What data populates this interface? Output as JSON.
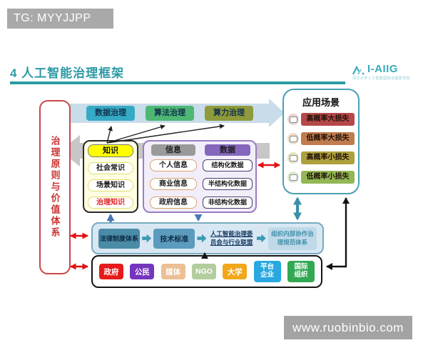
{
  "watermarks": {
    "top": "TG: MYYJJPP",
    "bottom": "www.ruobinbio.com"
  },
  "header": {
    "title": "4 人工智能治理框架",
    "logo_text": "I-AIIG",
    "logo_sub": "清华大学人工智能国际治理研究院",
    "accent_color": "#2d9aa5"
  },
  "pillar": {
    "label": "治理原则与价值体系",
    "color": "#cc3333"
  },
  "top_flow": {
    "items": [
      {
        "label": "数据治理",
        "color": "#35aac5"
      },
      {
        "label": "算法治理",
        "color": "#4db873"
      },
      {
        "label": "算力治理",
        "color": "#8f9a3a"
      }
    ]
  },
  "columns": {
    "knowledge": {
      "header": "知识",
      "header_color": "#ffff00",
      "items": [
        {
          "label": "社会常识",
          "accent": false
        },
        {
          "label": "场景知识",
          "accent": false
        },
        {
          "label": "治理知识",
          "accent": true
        }
      ]
    },
    "information": {
      "header": "信息",
      "header_color": "#9a9a9a",
      "items": [
        "个人信息",
        "商业信息",
        "政府信息"
      ]
    },
    "data": {
      "header": "数据",
      "header_color": "#8467bd",
      "items": [
        "结构化数据",
        "半结构化数据",
        "非结构化数据"
      ]
    }
  },
  "scenarios": {
    "title": "应用场景",
    "rows": [
      {
        "label": "高概率大损失",
        "color": "#b5494a",
        "tint": "#ecd2d4"
      },
      {
        "label": "低概率大损失",
        "color": "#bf7c4e",
        "tint": "#ecdcc8"
      },
      {
        "label": "高概率小损失",
        "color": "#aea03d",
        "tint": "#e7e3c2"
      },
      {
        "label": "低概率小损失",
        "color": "#92b755",
        "tint": "#dcead0"
      }
    ]
  },
  "governance": {
    "items": [
      {
        "label": "法律制度体系",
        "lines": [
          "法律制度体系"
        ]
      },
      {
        "label": "技术标准",
        "lines": [
          "技术标准"
        ]
      },
      {
        "label": "人工智能治理委员会与行业联盟",
        "lines": [
          "人工智能治理委",
          "员会与行业联盟"
        ],
        "underline": true
      },
      {
        "label": "组织内部协作治理规范体系",
        "lines": [
          "组织内部协作治",
          "理规范体系"
        ]
      }
    ]
  },
  "stakeholders": {
    "items": [
      {
        "label": "政府",
        "color": "#e51a1a",
        "two_line": false
      },
      {
        "label": "公民",
        "color": "#7536bd",
        "two_line": false
      },
      {
        "label": "媒体",
        "color": "#ecbf95",
        "two_line": false
      },
      {
        "label": "NGO",
        "color": "#b3cd9e",
        "two_line": false
      },
      {
        "label": "大学",
        "color": "#f2a71b",
        "two_line": false
      },
      {
        "label": "平台企业",
        "color": "#29a8e0",
        "two_line": true
      },
      {
        "label": "国际组织",
        "color": "#33a853",
        "two_line": true
      }
    ]
  }
}
